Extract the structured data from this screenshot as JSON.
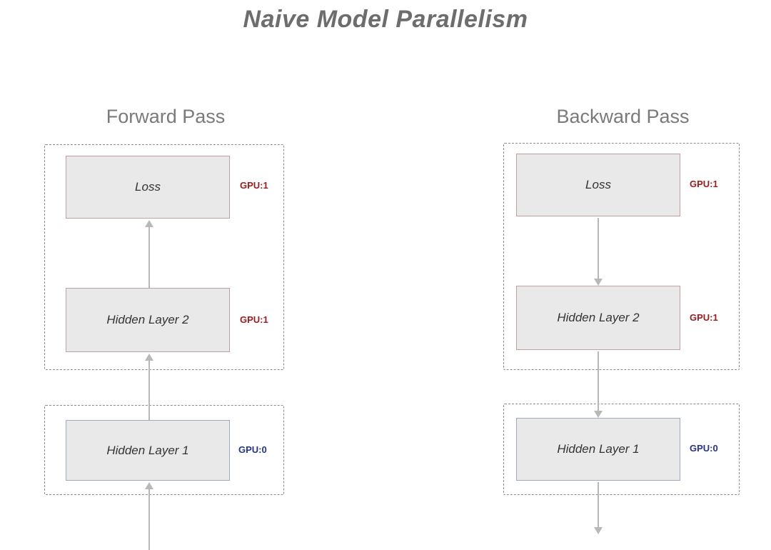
{
  "title": "Naive Model Parallelism",
  "colors": {
    "title_text": "#6d6d6d",
    "heading_text": "#7a7a7a",
    "box_fill": "#e9e9e9",
    "box_label_text": "#333333",
    "box_border_gpu1": "#c2a0a0",
    "box_border_gpu0": "#9fa8c6",
    "group_border": "#8c8c8c",
    "arrow": "#b8b8b8",
    "gpu1_text": "#9e1b1b",
    "gpu0_text": "#24348c"
  },
  "panels": [
    {
      "heading": "Forward Pass",
      "flow_direction": "up",
      "loss": {
        "label": "Loss",
        "gpu": "GPU:1"
      },
      "hidden2": {
        "label": "Hidden Layer 2",
        "gpu": "GPU:1"
      },
      "hidden1": {
        "label": "Hidden Layer 1",
        "gpu": "GPU:0"
      }
    },
    {
      "heading": "Backward Pass",
      "flow_direction": "down",
      "loss": {
        "label": "Loss",
        "gpu": "GPU:1"
      },
      "hidden2": {
        "label": "Hidden Layer 2",
        "gpu": "GPU:1"
      },
      "hidden1": {
        "label": "Hidden Layer 1",
        "gpu": "GPU:0"
      }
    }
  ]
}
